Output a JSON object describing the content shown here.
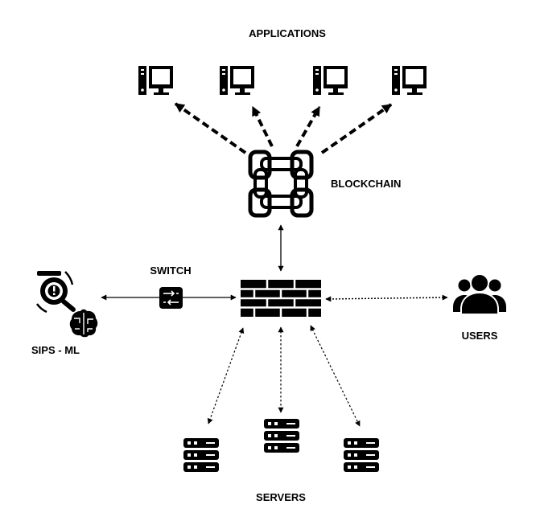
{
  "labels": {
    "applications": "APPLICATIONS",
    "blockchain": "BLOCKCHAIN",
    "switch": "SWITCH",
    "sips_ml": "SIPS - ML",
    "users": "USERS",
    "servers": "SERVERS"
  },
  "icons": {
    "application": "desktop-computer-icon",
    "blockchain": "chain-links-icon",
    "firewall": "brick-wall-firewall-icon",
    "switch": "network-switch-icon",
    "sips_ml": "magnifier-alert-and-brain-icon",
    "users": "user-group-icon",
    "server": "server-stack-icon"
  },
  "colors": {
    "ink": "#000000",
    "background": "#ffffff"
  }
}
